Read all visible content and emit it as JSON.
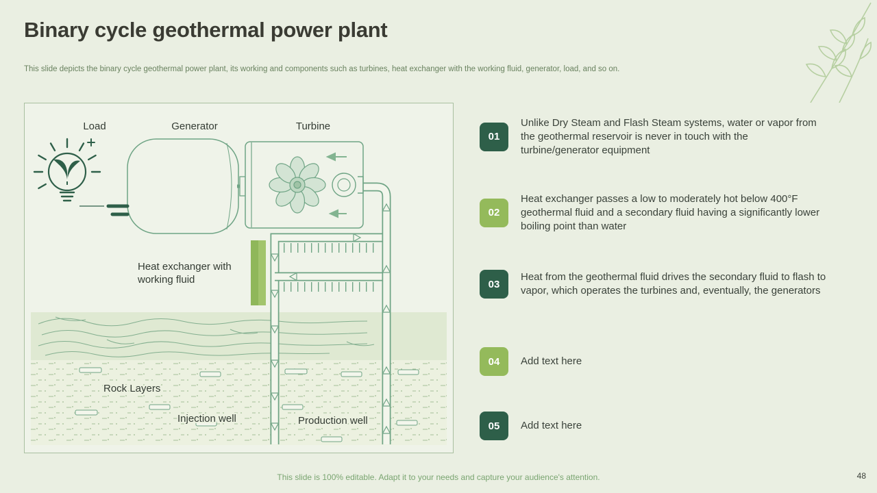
{
  "slide": {
    "title": "Binary cycle geothermal power plant",
    "subtitle": "This slide depicts the binary cycle geothermal power plant, its working and components such as turbines, heat exchanger with the working fluid, generator, load, and so on.",
    "footer": "This slide is 100% editable. Adapt it to your needs and capture your audience's attention.",
    "page_number": "48"
  },
  "diagram": {
    "labels": {
      "load": "Load",
      "generator": "Generator",
      "turbine": "Turbine",
      "heat_exchanger_line1": "Heat exchanger with",
      "heat_exchanger_line2": "working fluid",
      "rock_layers": "Rock Layers",
      "injection_well": "Injection well",
      "production_well": "Production well"
    }
  },
  "points": [
    {
      "number": "01",
      "text": "Unlike Dry Steam and Flash Steam systems, water or vapor from the geothermal reservoir is never in touch with the turbine/generator equipment",
      "style": "dark"
    },
    {
      "number": "02",
      "text": "Heat exchanger passes a low to moderately hot below 400°F geothermal fluid and a secondary fluid having a significantly lower boiling point than water",
      "style": "light"
    },
    {
      "number": "03",
      "text": "Heat from the geothermal fluid drives the secondary fluid to flash to vapor, which operates the turbines and, eventually, the generators",
      "style": "dark"
    },
    {
      "number": "04",
      "text": "Add text here",
      "style": "light"
    },
    {
      "number": "05",
      "text": "Add text here",
      "style": "dark"
    }
  ],
  "colors": {
    "background": "#eaefe2",
    "panel_background": "#eff3e9",
    "badge_dark": "#2e5f49",
    "badge_light": "#94ba5b",
    "diagram_stroke": "#6fa485",
    "heat_exchanger_fill": "#8fb75a",
    "footer_text": "#7aa571"
  }
}
